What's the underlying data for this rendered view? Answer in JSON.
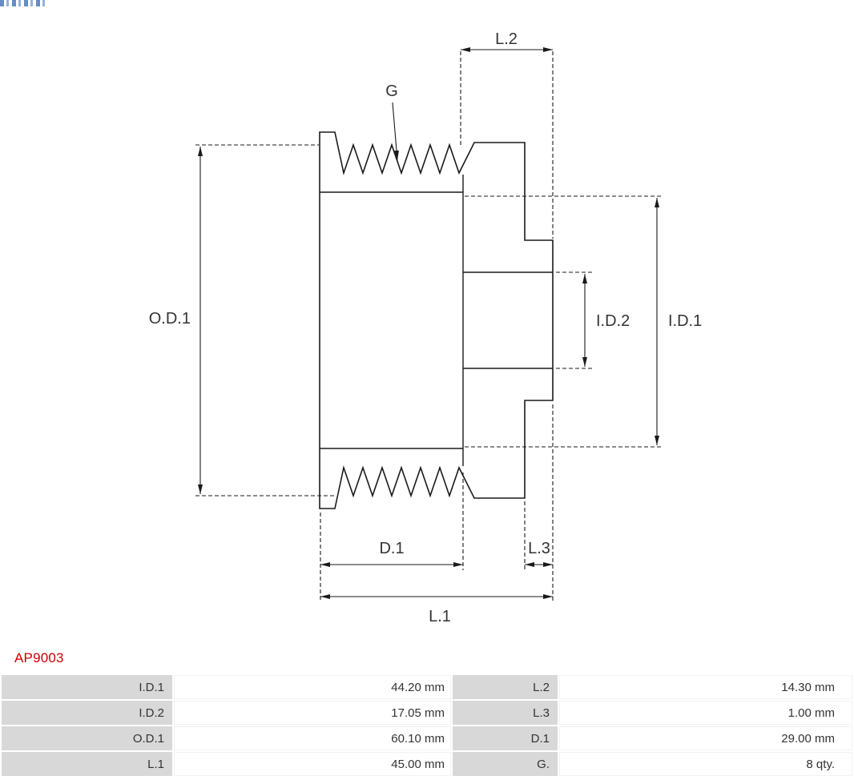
{
  "part": {
    "number": "AP9003",
    "number_color": "#cc0000"
  },
  "drawing": {
    "type": "pulley-cross-section",
    "labels": {
      "l2": "L.2",
      "g": "G",
      "od1": "O.D.1",
      "id2": "I.D.2",
      "id1": "I.D.1",
      "d1": "D.1",
      "l3": "L.3",
      "l1": "L.1"
    },
    "line_color": "#1a1a1a"
  },
  "spec_table": {
    "rows": [
      {
        "label1": "I.D.1",
        "value1": "44.20 mm",
        "label2": "L.2",
        "value2": "14.30 mm"
      },
      {
        "label1": "I.D.2",
        "value1": "17.05 mm",
        "label2": "L.3",
        "value2": "1.00 mm"
      },
      {
        "label1": "O.D.1",
        "value1": "60.10 mm",
        "label2": "D.1",
        "value2": "29.00 mm"
      },
      {
        "label1": "L.1",
        "value1": "45.00 mm",
        "label2": "G.",
        "value2": "8 qty."
      }
    ],
    "colors": {
      "label_bg": "#d8d8d8",
      "text": "#333333"
    }
  }
}
